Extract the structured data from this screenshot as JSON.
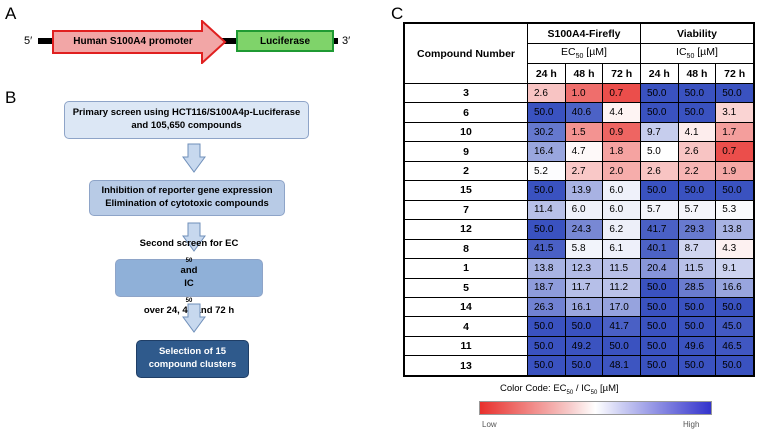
{
  "panels": {
    "a": "A",
    "b": "B",
    "c": "C"
  },
  "panel_a": {
    "five_prime": "5′",
    "three_prime": "3′",
    "promoter_label": "Human S100A4 promoter",
    "reporter_label": "Luciferase"
  },
  "panel_b": {
    "box1": [
      "Primary screen using HCT116/S100A4p-Luciferase",
      "and 105,650 compounds"
    ],
    "box2": [
      "Inhibition of reporter gene expression",
      "Elimination of cytotoxic compounds"
    ],
    "box3_line1": "Second screen for EC",
    "box3_line1_sub": "50",
    "box3_line1_end": " and",
    "box3_line2": "IC",
    "box3_line2_sub": "50",
    "box3_line2_end": " over 24, 48 and 72 h",
    "box4": [
      "Selection of 15",
      "compound clusters"
    ]
  },
  "panel_c": {
    "compound_header": "Compound Number",
    "group1": "S100A4-Firefly",
    "group1_metric": "EC",
    "group1_sub": "50",
    "group1_unit": " [µM]",
    "group2": "Viability",
    "group2_metric": "IC",
    "group2_sub": "50",
    "group2_unit": " [µM]",
    "timepoints": [
      "24 h",
      "48 h",
      "72 h",
      "24 h",
      "48 h",
      "72 h"
    ],
    "legend_title_pre": "Color Code: EC",
    "legend_sub1": "50",
    "legend_mid": " / IC",
    "legend_sub2": "50",
    "legend_unit": " [µM]",
    "legend_low": "Low",
    "legend_high": "High",
    "rows": [
      {
        "compound": "3",
        "values": [
          "2.6",
          "1.0",
          "0.7",
          "50.0",
          "50.0",
          "50.0"
        ]
      },
      {
        "compound": "6",
        "values": [
          "50.0",
          "40.6",
          "4.4",
          "50.0",
          "50.0",
          "3.1"
        ]
      },
      {
        "compound": "10",
        "values": [
          "30.2",
          "1.5",
          "0.9",
          "9.7",
          "4.1",
          "1.7"
        ]
      },
      {
        "compound": "9",
        "values": [
          "16.4",
          "4.7",
          "1.8",
          "5.0",
          "2.6",
          "0.7"
        ]
      },
      {
        "compound": "2",
        "values": [
          "5.2",
          "2.7",
          "2.0",
          "2.6",
          "2.2",
          "1.9"
        ]
      },
      {
        "compound": "15",
        "values": [
          "50.0",
          "13.9",
          "6.0",
          "50.0",
          "50.0",
          "50.0"
        ]
      },
      {
        "compound": "7",
        "values": [
          "11.4",
          "6.0",
          "6.0",
          "5.7",
          "5.7",
          "5.3"
        ]
      },
      {
        "compound": "12",
        "values": [
          "50.0",
          "24.3",
          "6.2",
          "41.7",
          "29.3",
          "13.8"
        ]
      },
      {
        "compound": "8",
        "values": [
          "41.5",
          "5.8",
          "6.1",
          "40.1",
          "8.7",
          "4.3"
        ]
      },
      {
        "compound": "1",
        "values": [
          "13.8",
          "12.3",
          "11.5",
          "20.4",
          "11.5",
          "9.1"
        ]
      },
      {
        "compound": "5",
        "values": [
          "18.7",
          "11.7",
          "11.2",
          "50.0",
          "28.5",
          "16.6"
        ]
      },
      {
        "compound": "14",
        "values": [
          "26.3",
          "16.1",
          "17.0",
          "50.0",
          "50.0",
          "50.0"
        ]
      },
      {
        "compound": "4",
        "values": [
          "50.0",
          "50.0",
          "41.7",
          "50.0",
          "50.0",
          "45.0"
        ]
      },
      {
        "compound": "11",
        "values": [
          "50.0",
          "49.2",
          "50.0",
          "50.0",
          "49.6",
          "46.5"
        ]
      },
      {
        "compound": "13",
        "values": [
          "50.0",
          "50.0",
          "48.1",
          "50.0",
          "50.0",
          "50.0"
        ]
      }
    ],
    "colors": {
      "low": "#e8302c",
      "mid": "#ffffff",
      "high": "#3a52c0"
    }
  },
  "colors": {
    "promoter_fill": "#f2a6a6",
    "promoter_border": "#e02020",
    "luciferase_fill": "#7fd36a",
    "box_light": "#dce7f5",
    "box_mid": "#b8cbe6",
    "box_dark": "#8fb0d8",
    "box_final": "#2f5a8c",
    "arrow_fill": "#c7d8ee"
  }
}
